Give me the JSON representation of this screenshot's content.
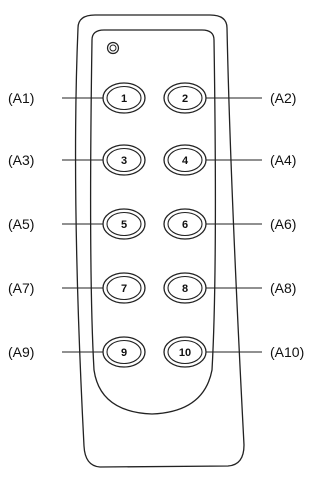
{
  "remote": {
    "buttons": [
      {
        "number": "1",
        "callout": "(A1)"
      },
      {
        "number": "2",
        "callout": "(A2)"
      },
      {
        "number": "3",
        "callout": "(A3)"
      },
      {
        "number": "4",
        "callout": "(A4)"
      },
      {
        "number": "5",
        "callout": "(A5)"
      },
      {
        "number": "6",
        "callout": "(A6)"
      },
      {
        "number": "7",
        "callout": "(A7)"
      },
      {
        "number": "8",
        "callout": "(A8)"
      },
      {
        "number": "9",
        "callout": "(A9)"
      },
      {
        "number": "10",
        "callout": "(A10)"
      }
    ]
  }
}
